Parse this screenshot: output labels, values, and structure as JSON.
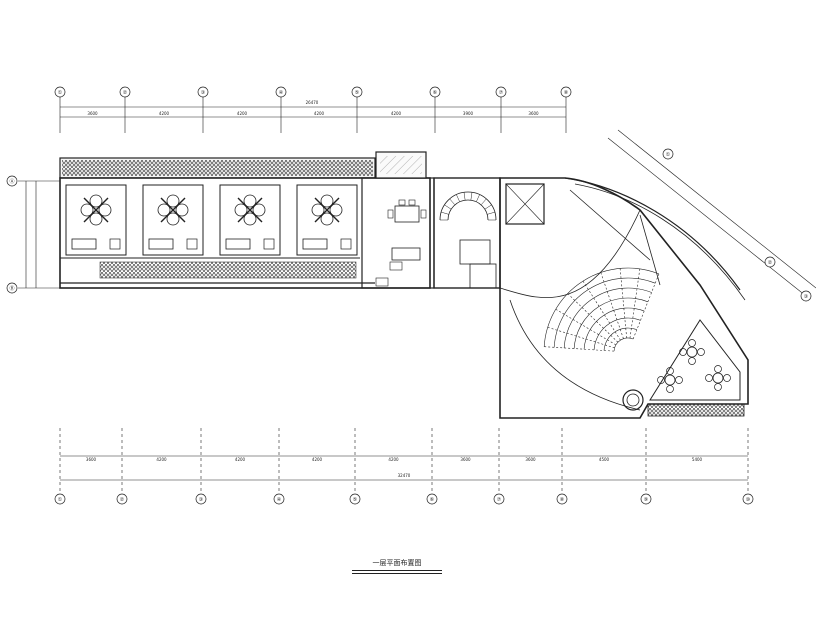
{
  "drawing_title": "一层平面布置图",
  "grid_axes_top": [
    "①",
    "②",
    "③",
    "④",
    "⑤",
    "⑥",
    "⑦",
    "⑧"
  ],
  "grid_axes_bottom": [
    "①",
    "②",
    "③",
    "④",
    "⑤",
    "⑥",
    "⑦",
    "⑧",
    "⑨",
    "⑩"
  ],
  "grid_axes_left": [
    "Ⓐ",
    "Ⓑ"
  ],
  "grid_axes_right": [
    "①",
    "②",
    "③"
  ],
  "dimensions_top_total": "26470",
  "dimensions_top": [
    "3600",
    "4200",
    "4200",
    "4200",
    "4200",
    "3900",
    "3600"
  ],
  "dimensions_bottom_total": "32470",
  "dimensions_bottom": [
    "3600",
    "4200",
    "4200",
    "4200",
    "4200",
    "3600",
    "3600",
    "4500",
    "5400"
  ],
  "colors": {
    "line": "#222222",
    "hatch": "#555555",
    "background": "#ffffff"
  }
}
